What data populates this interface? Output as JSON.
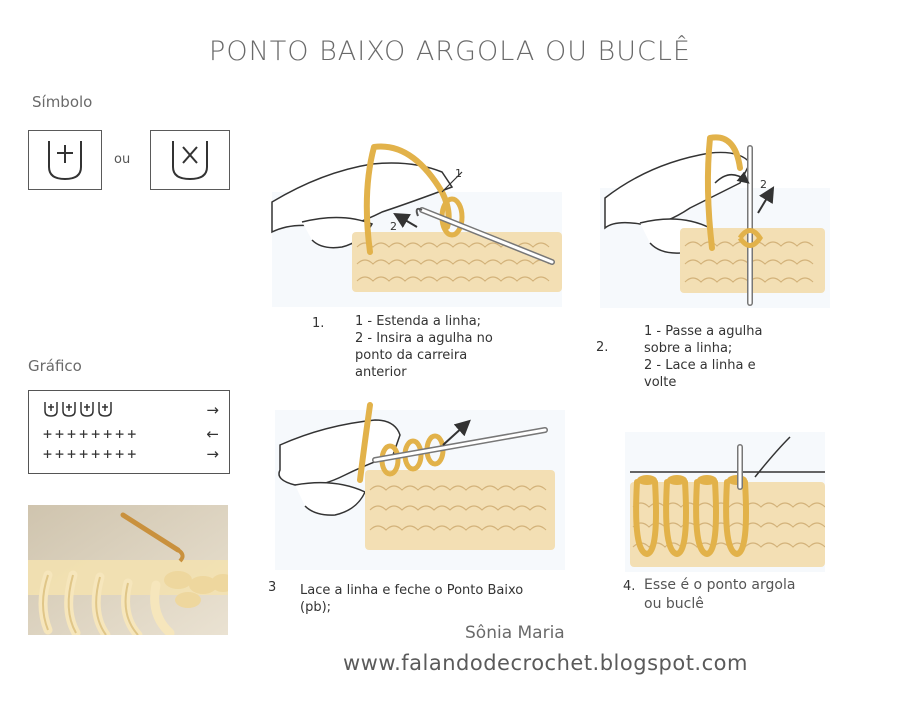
{
  "title": "PONTO BAIXO ARGOLA OU BUCLÊ",
  "symbol_section": {
    "label": "Símbolo",
    "or_text": "ou",
    "symbols": [
      "u-cross-symbol",
      "u-x-symbol"
    ]
  },
  "chart_section": {
    "label": "Gráfico",
    "rows": [
      {
        "symbols": "UUUU",
        "direction": "→"
      },
      {
        "symbols": "++++++++",
        "direction": "←"
      },
      {
        "symbols": "++++++++",
        "direction": "→"
      }
    ]
  },
  "steps": [
    {
      "number": "1.",
      "lines": [
        "1 - Estenda a linha;",
        "2 - Insira a agulha no",
        "ponto da carreira",
        "anterior"
      ]
    },
    {
      "number": "2.",
      "lines": [
        "1 - Passe a agulha",
        "sobre a linha;",
        "2 - Lace a linha e",
        "volte"
      ]
    },
    {
      "number": "3",
      "lines": [
        "Lace a linha e feche o Ponto Baixo",
        "(pb);"
      ]
    },
    {
      "number": "4.",
      "lines": [
        "Esse é o ponto argola",
        "ou buclê"
      ]
    }
  ],
  "illustration_labels": {
    "step1": [
      "1",
      "2"
    ],
    "step2": [
      "2"
    ]
  },
  "credit": "Sônia Maria",
  "url": "www.falandodecrochet.blogspot.com",
  "colors": {
    "yarn": "#e2b24a",
    "fabric": "#f2dfb8",
    "ink": "#333333",
    "title": "#6a6a6a",
    "photo_bg": "#d9cdb6"
  }
}
